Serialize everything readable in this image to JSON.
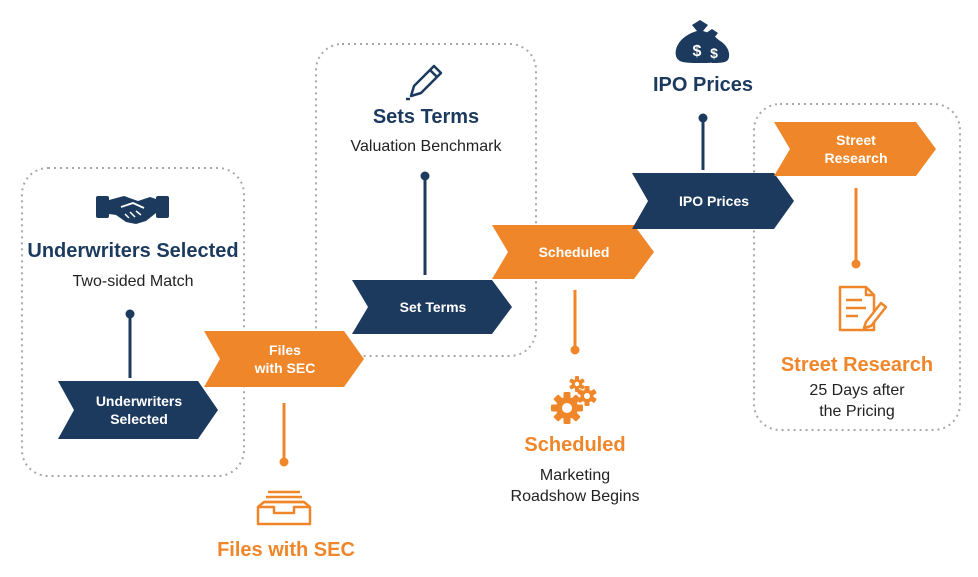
{
  "colors": {
    "navy": "#1c3a5e",
    "orange": "#f0862a",
    "dotted": "#a8a8a8"
  },
  "steps": [
    {
      "arrow_label": "Underwriters\nSelected",
      "title": "Underwriters Selected",
      "description": "Two-sided Match",
      "icon": "handshake-icon"
    },
    {
      "arrow_label": "Files\nwith SEC",
      "title": "Files with SEC",
      "description": "",
      "icon": "file-tray-icon"
    },
    {
      "arrow_label": "Set Terms",
      "title": "Sets Terms",
      "description": "Valuation Benchmark",
      "icon": "pencil-icon"
    },
    {
      "arrow_label": "Scheduled",
      "title": "Scheduled",
      "description": "Marketing\nRoadshow Begins",
      "icon": "gears-icon"
    },
    {
      "arrow_label": "IPO Prices",
      "title": "IPO Prices",
      "description": "",
      "icon": "money-bags-icon"
    },
    {
      "arrow_label": "Street\nResearch",
      "title": "Street Research",
      "description": "25 Days after\nthe Pricing",
      "icon": "document-edit-icon"
    }
  ]
}
